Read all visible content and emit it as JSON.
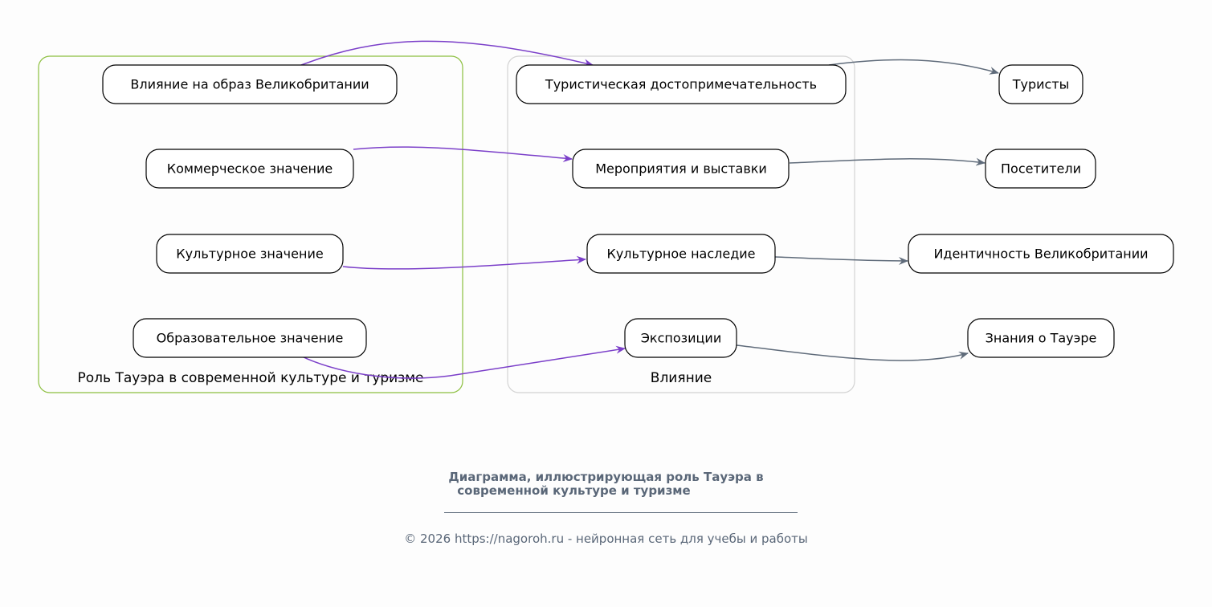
{
  "clusters": {
    "role": {
      "label": "Роль Тауэра в современной культуре и туризме",
      "color": "#8cbf3f"
    },
    "influence": {
      "label": "Влияние",
      "color": "#d3d3d3"
    }
  },
  "nodes": {
    "a1": "Влияние на образ Великобритании",
    "a2": "Коммерческое значение",
    "a3": "Культурное значение",
    "a4": "Образовательное значение",
    "b1": "Туристическая достопримечательность",
    "b2": "Мероприятия и выставки",
    "b3": "Культурное наследие",
    "b4": "Экспозиции",
    "c1": "Туристы",
    "c2": "Посетители",
    "c3": "Идентичность Великобритании",
    "c4": "Знания о Тауэре"
  },
  "edge_colors": {
    "primary": "#7b3fc9",
    "secondary": "#5f6b7a"
  },
  "caption": {
    "title_line1": "Диаграмма, иллюстрирующая роль Тауэра в",
    "title_line2": "современной культуре и туризме",
    "copyright": "© 2026 https://nagoroh.ru - нейронная сеть для учебы и работы"
  }
}
